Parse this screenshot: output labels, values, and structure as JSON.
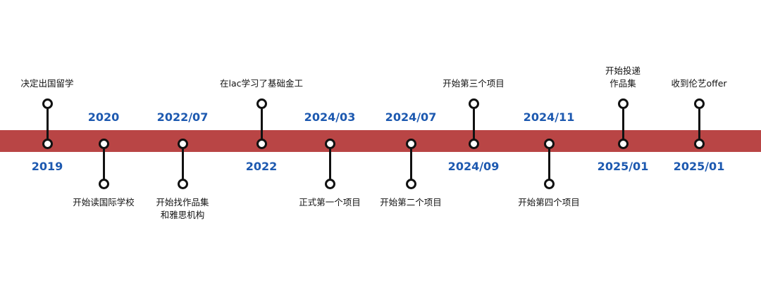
{
  "timeline": {
    "colors": {
      "band": "#b94545",
      "date_text": "#1d59b0",
      "marker": "#111111"
    },
    "milestones": [
      {
        "date": "2019",
        "event": "决定出国留学",
        "event_side": "above",
        "date_side": "below"
      },
      {
        "date": "2020",
        "event": "开始读国际学校",
        "event_side": "below",
        "date_side": "above"
      },
      {
        "date": "2022/07",
        "event": "开始找作品集\n和雅思机构",
        "event_side": "below",
        "date_side": "above"
      },
      {
        "date": "2022",
        "event": "在lac学习了基础金工",
        "event_side": "above",
        "date_side": "below"
      },
      {
        "date": "2024/03",
        "event": "正式第一个项目",
        "event_side": "below",
        "date_side": "above"
      },
      {
        "date": "2024/07",
        "event": "开始第二个项目",
        "event_side": "below",
        "date_side": "above"
      },
      {
        "date": "2024/09",
        "event": "开始第三个项目",
        "event_side": "above",
        "date_side": "below"
      },
      {
        "date": "2024/11",
        "event": "开始第四个项目",
        "event_side": "below",
        "date_side": "above"
      },
      {
        "date": "2025/01",
        "event": "开始投递\n作品集",
        "event_side": "above",
        "date_side": "below"
      },
      {
        "date": "2025/01",
        "event": "收到伦艺offer",
        "event_side": "above",
        "date_side": "below"
      }
    ]
  }
}
